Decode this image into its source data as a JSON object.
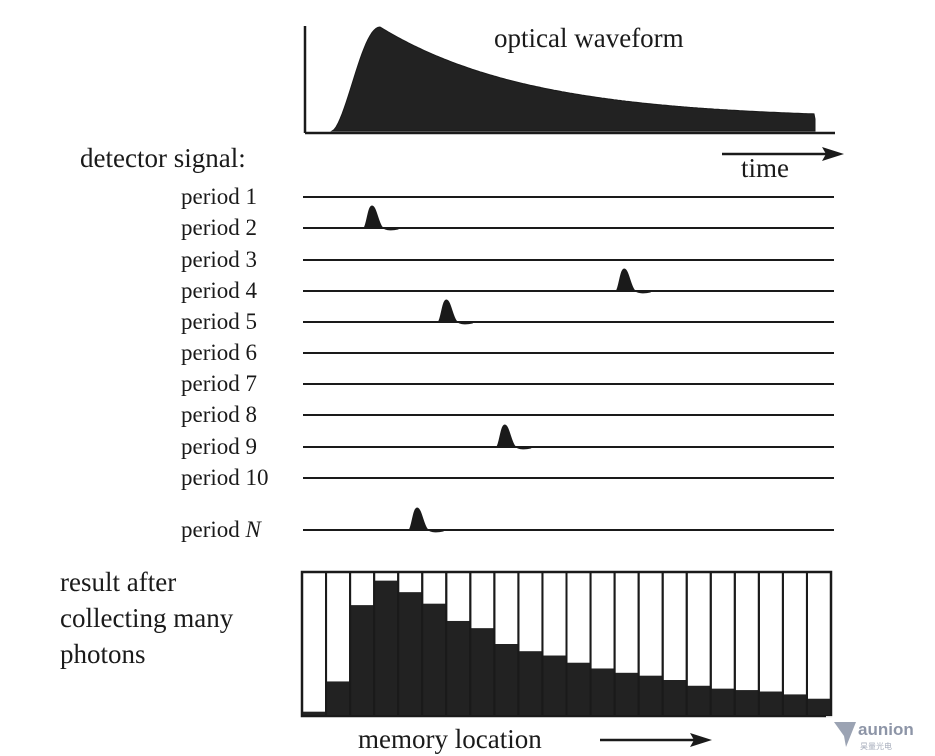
{
  "optical_waveform": {
    "label": "optical waveform",
    "time_label": "time"
  },
  "detector": {
    "label": "detector signal:",
    "periods": [
      {
        "prefix": "period",
        "number": "1",
        "pulse_at": null
      },
      {
        "prefix": "period",
        "number": "2",
        "pulse_at": 0.13
      },
      {
        "prefix": "period",
        "number": "3",
        "pulse_at": null
      },
      {
        "prefix": "period",
        "number": "4",
        "pulse_at": 0.605
      },
      {
        "prefix": "period",
        "number": "5",
        "pulse_at": 0.27
      },
      {
        "prefix": "period",
        "number": "6",
        "pulse_at": null
      },
      {
        "prefix": "period",
        "number": "7",
        "pulse_at": null
      },
      {
        "prefix": "period",
        "number": "8",
        "pulse_at": null
      },
      {
        "prefix": "period",
        "number": "9",
        "pulse_at": 0.38
      },
      {
        "prefix": "period",
        "number": "10",
        "pulse_at": null
      },
      {
        "prefix": "period",
        "number": "N",
        "pulse_at": 0.215
      }
    ]
  },
  "histogram": {
    "label_lines": [
      "result after",
      "collecting many",
      "photons"
    ],
    "xlabel": "memory location",
    "fill_fractions": [
      0.03,
      0.24,
      0.77,
      0.94,
      0.86,
      0.78,
      0.66,
      0.61,
      0.5,
      0.45,
      0.42,
      0.37,
      0.33,
      0.3,
      0.28,
      0.25,
      0.21,
      0.19,
      0.18,
      0.17,
      0.15,
      0.12
    ]
  },
  "watermark": {
    "text": "aunion",
    "subtext": "昊量光电"
  },
  "colors": {
    "ink": "#1a1a1a",
    "bar_fill": "#222222",
    "background": "#ffffff"
  }
}
